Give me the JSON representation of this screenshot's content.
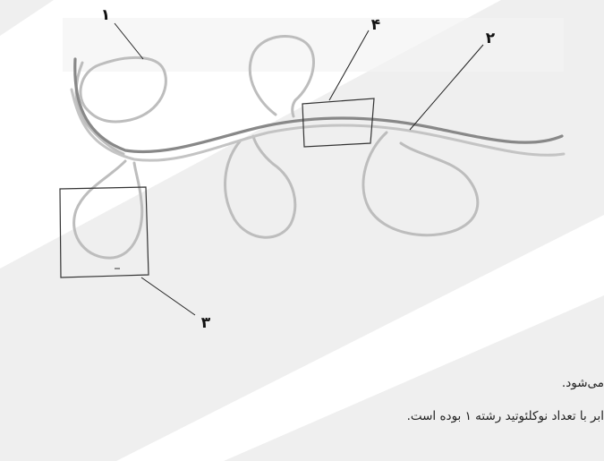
{
  "diagram": {
    "labels": {
      "strand_one": "۱",
      "strand_two": "۲",
      "box_three": "۳",
      "box_four": "۴"
    },
    "colors": {
      "background": "#ffffff",
      "watermark": "#efefef",
      "strand_dark": "#8a8a8a",
      "strand_light": "#bdbdbd",
      "box_outline": "#333333"
    }
  },
  "text": {
    "line1": "می‌شود.",
    "line2": "ابر با تعداد نوکلئوتید رشته ۱ بوده است."
  }
}
